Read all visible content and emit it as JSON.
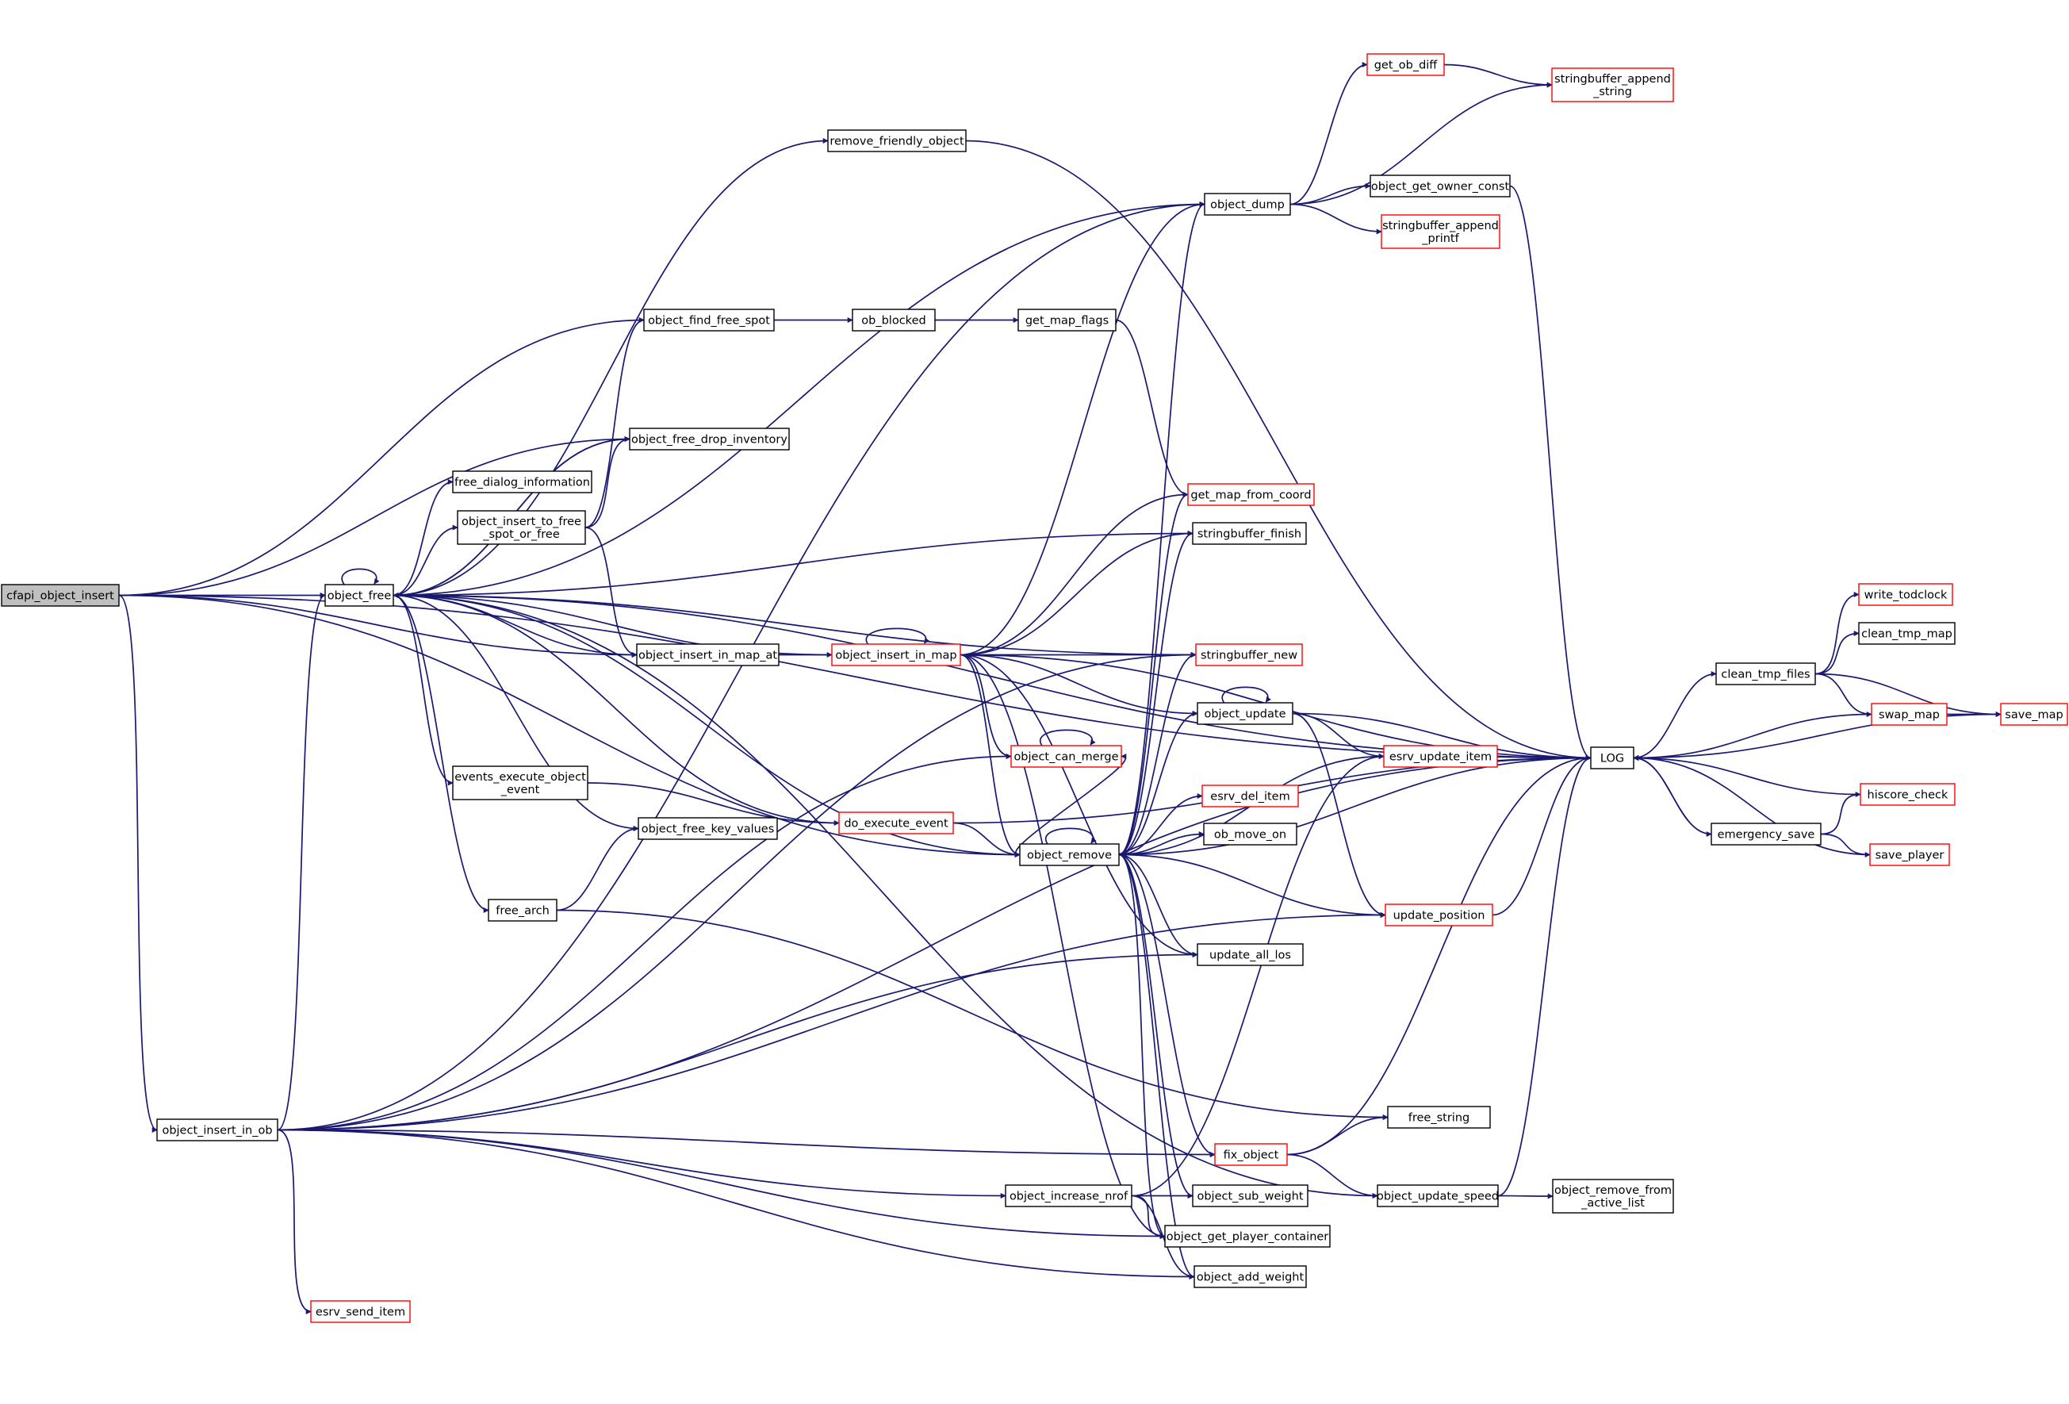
{
  "nodes": [
    {
      "id": "cfapi_object_insert",
      "lines": [
        "cfapi_object_insert"
      ],
      "style": "root"
    },
    {
      "id": "object_free",
      "lines": [
        "object_free"
      ],
      "style": "normal"
    },
    {
      "id": "object_insert_in_ob",
      "lines": [
        "object_insert_in_ob"
      ],
      "style": "normal"
    },
    {
      "id": "remove_friendly_object",
      "lines": [
        "remove_friendly_object"
      ],
      "style": "normal"
    },
    {
      "id": "object_dump",
      "lines": [
        "object_dump"
      ],
      "style": "normal"
    },
    {
      "id": "object_find_free_spot",
      "lines": [
        "object_find_free_spot"
      ],
      "style": "normal"
    },
    {
      "id": "ob_blocked",
      "lines": [
        "ob_blocked"
      ],
      "style": "normal"
    },
    {
      "id": "get_map_flags",
      "lines": [
        "get_map_flags"
      ],
      "style": "normal"
    },
    {
      "id": "object_free_drop_inventory",
      "lines": [
        "object_free_drop_inventory"
      ],
      "style": "normal"
    },
    {
      "id": "free_dialog_information",
      "lines": [
        "free_dialog_information"
      ],
      "style": "normal"
    },
    {
      "id": "object_insert_to_free_spot_or_free",
      "lines": [
        "object_insert_to_free",
        "_spot_or_free"
      ],
      "style": "normal"
    },
    {
      "id": "object_insert_in_map_at",
      "lines": [
        "object_insert_in_map_at"
      ],
      "style": "normal"
    },
    {
      "id": "object_insert_in_map",
      "lines": [
        "object_insert_in_map"
      ],
      "style": "red"
    },
    {
      "id": "events_execute_object_event",
      "lines": [
        "events_execute_object",
        "_event"
      ],
      "style": "normal"
    },
    {
      "id": "object_free_key_values",
      "lines": [
        "object_free_key_values"
      ],
      "style": "normal"
    },
    {
      "id": "do_execute_event",
      "lines": [
        "do_execute_event"
      ],
      "style": "red"
    },
    {
      "id": "free_arch",
      "lines": [
        "free_arch"
      ],
      "style": "normal"
    },
    {
      "id": "esrv_send_item",
      "lines": [
        "esrv_send_item"
      ],
      "style": "red"
    },
    {
      "id": "object_increase_nrof",
      "lines": [
        "object_increase_nrof"
      ],
      "style": "normal"
    },
    {
      "id": "get_ob_diff",
      "lines": [
        "get_ob_diff"
      ],
      "style": "red"
    },
    {
      "id": "stringbuffer_append_string",
      "lines": [
        "stringbuffer_append",
        "_string"
      ],
      "style": "red"
    },
    {
      "id": "object_get_owner_const",
      "lines": [
        "object_get_owner_const"
      ],
      "style": "normal"
    },
    {
      "id": "stringbuffer_append_printf",
      "lines": [
        "stringbuffer_append",
        "_printf"
      ],
      "style": "red"
    },
    {
      "id": "get_map_from_coord",
      "lines": [
        "get_map_from_coord"
      ],
      "style": "red"
    },
    {
      "id": "stringbuffer_finish",
      "lines": [
        "stringbuffer_finish"
      ],
      "style": "normal"
    },
    {
      "id": "stringbuffer_new",
      "lines": [
        "stringbuffer_new"
      ],
      "style": "red"
    },
    {
      "id": "object_update",
      "lines": [
        "object_update"
      ],
      "style": "normal"
    },
    {
      "id": "object_can_merge",
      "lines": [
        "object_can_merge"
      ],
      "style": "red"
    },
    {
      "id": "esrv_update_item",
      "lines": [
        "esrv_update_item"
      ],
      "style": "red"
    },
    {
      "id": "esrv_del_item",
      "lines": [
        "esrv_del_item"
      ],
      "style": "red"
    },
    {
      "id": "object_remove",
      "lines": [
        "object_remove"
      ],
      "style": "normal"
    },
    {
      "id": "ob_move_on",
      "lines": [
        "ob_move_on"
      ],
      "style": "normal"
    },
    {
      "id": "update_position",
      "lines": [
        "update_position"
      ],
      "style": "red"
    },
    {
      "id": "update_all_los",
      "lines": [
        "update_all_los"
      ],
      "style": "normal"
    },
    {
      "id": "free_string",
      "lines": [
        "free_string"
      ],
      "style": "normal"
    },
    {
      "id": "fix_object",
      "lines": [
        "fix_object"
      ],
      "style": "red"
    },
    {
      "id": "object_sub_weight",
      "lines": [
        "object_sub_weight"
      ],
      "style": "normal"
    },
    {
      "id": "object_update_speed",
      "lines": [
        "object_update_speed"
      ],
      "style": "normal"
    },
    {
      "id": "object_get_player_container",
      "lines": [
        "object_get_player_container"
      ],
      "style": "normal"
    },
    {
      "id": "object_add_weight",
      "lines": [
        "object_add_weight"
      ],
      "style": "normal"
    },
    {
      "id": "object_remove_from_active_list",
      "lines": [
        "object_remove_from",
        "_active_list"
      ],
      "style": "normal"
    },
    {
      "id": "LOG",
      "lines": [
        "LOG"
      ],
      "style": "normal"
    },
    {
      "id": "clean_tmp_files",
      "lines": [
        "clean_tmp_files"
      ],
      "style": "normal"
    },
    {
      "id": "write_todclock",
      "lines": [
        "write_todclock"
      ],
      "style": "red"
    },
    {
      "id": "clean_tmp_map",
      "lines": [
        "clean_tmp_map"
      ],
      "style": "normal"
    },
    {
      "id": "swap_map",
      "lines": [
        "swap_map"
      ],
      "style": "red"
    },
    {
      "id": "save_map",
      "lines": [
        "save_map"
      ],
      "style": "red"
    },
    {
      "id": "hiscore_check",
      "lines": [
        "hiscore_check"
      ],
      "style": "red"
    },
    {
      "id": "emergency_save",
      "lines": [
        "emergency_save"
      ],
      "style": "normal"
    },
    {
      "id": "save_player",
      "lines": [
        "save_player"
      ],
      "style": "red"
    }
  ],
  "edges": [
    [
      "cfapi_object_insert",
      "object_free"
    ],
    [
      "cfapi_object_insert",
      "object_insert_in_ob"
    ],
    [
      "cfapi_object_insert",
      "LOG"
    ],
    [
      "cfapi_object_insert",
      "object_find_free_spot"
    ],
    [
      "cfapi_object_insert",
      "object_free_drop_inventory"
    ],
    [
      "cfapi_object_insert",
      "object_insert_in_map_at"
    ],
    [
      "cfapi_object_insert",
      "object_remove"
    ],
    [
      "object_free",
      "object_free"
    ],
    [
      "object_free",
      "remove_friendly_object"
    ],
    [
      "object_free",
      "object_dump"
    ],
    [
      "object_free",
      "LOG"
    ],
    [
      "object_free",
      "object_free_drop_inventory"
    ],
    [
      "object_free",
      "stringbuffer_finish"
    ],
    [
      "object_free",
      "free_dialog_information"
    ],
    [
      "object_free",
      "object_insert_to_free_spot_or_free"
    ],
    [
      "object_free",
      "object_insert_in_map_at"
    ],
    [
      "object_free",
      "stringbuffer_new"
    ],
    [
      "object_free",
      "events_execute_object_event"
    ],
    [
      "object_free",
      "object_free_key_values"
    ],
    [
      "object_free",
      "free_arch"
    ],
    [
      "object_free",
      "object_remove"
    ],
    [
      "object_free",
      "object_update_speed"
    ],
    [
      "object_insert_in_ob",
      "object_free"
    ],
    [
      "object_insert_in_ob",
      "object_dump"
    ],
    [
      "object_insert_in_ob",
      "stringbuffer_new"
    ],
    [
      "object_insert_in_ob",
      "object_can_merge"
    ],
    [
      "object_insert_in_ob",
      "update_all_los"
    ],
    [
      "object_insert_in_ob",
      "update_position"
    ],
    [
      "object_insert_in_ob",
      "fix_object"
    ],
    [
      "object_insert_in_ob",
      "object_increase_nrof"
    ],
    [
      "object_insert_in_ob",
      "object_get_player_container"
    ],
    [
      "object_insert_in_ob",
      "esrv_send_item"
    ],
    [
      "object_insert_in_ob",
      "object_add_weight"
    ],
    [
      "object_insert_in_ob",
      "LOG"
    ],
    [
      "remove_friendly_object",
      "LOG"
    ],
    [
      "object_dump",
      "get_ob_diff"
    ],
    [
      "object_dump",
      "stringbuffer_append_string"
    ],
    [
      "object_dump",
      "object_get_owner_const"
    ],
    [
      "object_dump",
      "stringbuffer_append_printf"
    ],
    [
      "get_ob_diff",
      "stringbuffer_append_string"
    ],
    [
      "object_get_owner_const",
      "LOG"
    ],
    [
      "object_find_free_spot",
      "ob_blocked"
    ],
    [
      "ob_blocked",
      "get_map_flags"
    ],
    [
      "get_map_flags",
      "get_map_from_coord"
    ],
    [
      "object_free_drop_inventory",
      "object_free"
    ],
    [
      "object_insert_to_free_spot_or_free",
      "object_find_free_spot"
    ],
    [
      "object_insert_to_free_spot_or_free",
      "object_free_drop_inventory"
    ],
    [
      "object_insert_to_free_spot_or_free",
      "object_insert_in_map_at"
    ],
    [
      "object_insert_in_map_at",
      "object_insert_in_map"
    ],
    [
      "object_insert_in_map",
      "object_insert_in_map"
    ],
    [
      "object_insert_in_map",
      "object_free"
    ],
    [
      "object_insert_in_map",
      "object_dump"
    ],
    [
      "object_insert_in_map",
      "get_map_from_coord"
    ],
    [
      "object_insert_in_map",
      "stringbuffer_finish"
    ],
    [
      "object_insert_in_map",
      "stringbuffer_new"
    ],
    [
      "object_insert_in_map",
      "LOG"
    ],
    [
      "object_insert_in_map",
      "object_update"
    ],
    [
      "object_insert_in_map",
      "object_can_merge"
    ],
    [
      "object_insert_in_map",
      "object_remove"
    ],
    [
      "object_insert_in_map",
      "update_all_los"
    ],
    [
      "object_insert_in_map",
      "object_get_player_container"
    ],
    [
      "events_execute_object_event",
      "do_execute_event"
    ],
    [
      "do_execute_event",
      "object_free"
    ],
    [
      "do_execute_event",
      "object_remove"
    ],
    [
      "do_execute_event",
      "LOG"
    ],
    [
      "free_arch",
      "object_free_key_values"
    ],
    [
      "free_arch",
      "free_string"
    ],
    [
      "object_remove",
      "object_remove"
    ],
    [
      "object_remove",
      "object_dump"
    ],
    [
      "object_remove",
      "get_map_from_coord"
    ],
    [
      "object_remove",
      "stringbuffer_finish"
    ],
    [
      "object_remove",
      "stringbuffer_new"
    ],
    [
      "object_remove",
      "object_update"
    ],
    [
      "object_remove",
      "object_can_merge"
    ],
    [
      "object_remove",
      "esrv_update_item"
    ],
    [
      "object_remove",
      "esrv_del_item"
    ],
    [
      "object_remove",
      "ob_move_on"
    ],
    [
      "object_remove",
      "LOG"
    ],
    [
      "object_remove",
      "update_position"
    ],
    [
      "object_remove",
      "update_all_los"
    ],
    [
      "object_remove",
      "fix_object"
    ],
    [
      "object_remove",
      "object_sub_weight"
    ],
    [
      "object_remove",
      "object_get_player_container"
    ],
    [
      "object_remove",
      "object_add_weight"
    ],
    [
      "object_increase_nrof",
      "esrv_update_item"
    ],
    [
      "object_increase_nrof",
      "object_sub_weight"
    ],
    [
      "object_increase_nrof",
      "object_get_player_container"
    ],
    [
      "object_increase_nrof",
      "object_add_weight"
    ],
    [
      "object_update",
      "object_update"
    ],
    [
      "object_update",
      "esrv_update_item"
    ],
    [
      "object_update",
      "LOG"
    ],
    [
      "object_update",
      "update_position"
    ],
    [
      "object_can_merge",
      "object_can_merge"
    ],
    [
      "update_position",
      "LOG"
    ],
    [
      "fix_object",
      "free_string"
    ],
    [
      "fix_object",
      "LOG"
    ],
    [
      "fix_object",
      "object_update_speed"
    ],
    [
      "object_update_speed",
      "LOG"
    ],
    [
      "object_update_speed",
      "object_remove_from_active_list"
    ],
    [
      "LOG",
      "clean_tmp_files"
    ],
    [
      "LOG",
      "emergency_save"
    ],
    [
      "clean_tmp_files",
      "write_todclock"
    ],
    [
      "clean_tmp_files",
      "clean_tmp_map"
    ],
    [
      "clean_tmp_files",
      "swap_map"
    ],
    [
      "clean_tmp_files",
      "save_map"
    ],
    [
      "swap_map",
      "LOG"
    ],
    [
      "swap_map",
      "save_map"
    ],
    [
      "save_map",
      "LOG"
    ],
    [
      "hiscore_check",
      "LOG"
    ],
    [
      "emergency_save",
      "LOG"
    ],
    [
      "emergency_save",
      "hiscore_check"
    ],
    [
      "emergency_save",
      "save_player"
    ],
    [
      "save_player",
      "LOG"
    ]
  ]
}
